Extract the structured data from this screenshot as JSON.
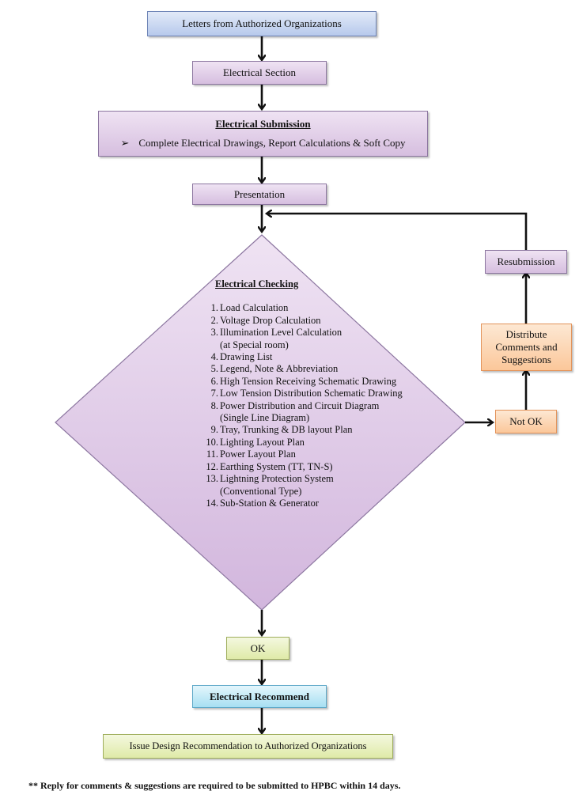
{
  "nodes": {
    "letters": "Letters from Authorized Organizations",
    "electrical_section": "Electrical Section",
    "submission_title": "Electrical Submission",
    "submission_bullet": "Complete Electrical Drawings, Report Calculations & Soft Copy",
    "presentation": "Presentation",
    "resubmission": "Resubmission",
    "distribute": "Distribute Comments and Suggestions",
    "not_ok": "Not OK",
    "ok": "OK",
    "recommend": "Electrical Recommend",
    "issue": "Issue Design Recommendation to Authorized Organizations"
  },
  "checking": {
    "title": "Electrical Checking",
    "items": [
      {
        "num": "1.",
        "lines": [
          " Load Calculation"
        ]
      },
      {
        "num": "2.",
        "lines": [
          "Voltage Drop Calculation"
        ]
      },
      {
        "num": "3.",
        "lines": [
          "Illumination Level Calculation",
          "(at Special room)"
        ]
      },
      {
        "num": "4.",
        "lines": [
          "Drawing List"
        ]
      },
      {
        "num": "5.",
        "lines": [
          "Legend, Note & Abbreviation"
        ]
      },
      {
        "num": "6.",
        "lines": [
          "High Tension Receiving Schematic Drawing"
        ]
      },
      {
        "num": "7.",
        "lines": [
          "Low Tension Distribution Schematic Drawing"
        ]
      },
      {
        "num": "8.",
        "lines": [
          "Power Distribution and Circuit Diagram",
          "(Single Line Diagram)"
        ]
      },
      {
        "num": "9.",
        "lines": [
          "Tray, Trunking & DB layout Plan"
        ]
      },
      {
        "num": "10.",
        "lines": [
          "Lighting Layout Plan"
        ]
      },
      {
        "num": "11.",
        "lines": [
          "Power Layout Plan"
        ]
      },
      {
        "num": "12.",
        "lines": [
          "Earthing System (TT, TN-S)"
        ]
      },
      {
        "num": "13.",
        "lines": [
          "Lightning Protection System",
          "(Conventional Type)"
        ]
      },
      {
        "num": "14.",
        "lines": [
          "Sub-Station & Generator"
        ]
      }
    ]
  },
  "footer": "** Reply for comments & suggestions are required to be submitted to HPBC within 14 days."
}
